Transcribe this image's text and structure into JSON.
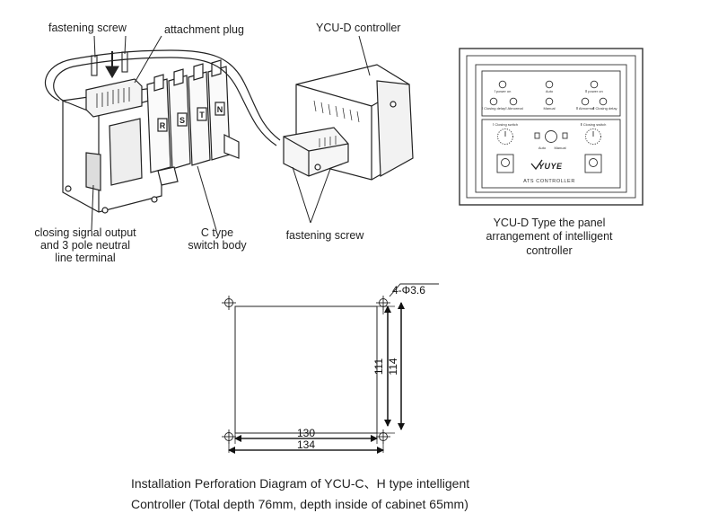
{
  "device_labels": {
    "fastening_screw_top": "fastening screw",
    "attachment_plug": "attachment plug",
    "controller": "YCU-D controller",
    "closing_signal": [
      "closing signal output",
      "and 3 pole neutral",
      "line terminal"
    ],
    "c_type": [
      "C type",
      "switch body"
    ],
    "fastening_screw_bottom": "fastening screw",
    "phase_letters": [
      "R",
      "S",
      "T",
      "N"
    ]
  },
  "panel": {
    "caption": [
      "YCU-D Type the panel",
      "arrangement of intelligent",
      "controller"
    ],
    "brand": "YUYE",
    "name": "ATS CONTROLLER",
    "top_led_labels": [
      "Ⅰ power on",
      "Auto",
      "Ⅱ power on"
    ],
    "bottom_led_labels": [
      "Ⅰ Closing delay",
      "Ⅰ Abnormal",
      "Manual",
      "Ⅱ Abnormal",
      "Ⅱ Closing delay"
    ],
    "knob_labels": [
      "Ⅰ Closing switch",
      "Ⅱ Closing switch"
    ],
    "center_labels": [
      "Auto",
      "Manual"
    ]
  },
  "perforation": {
    "hole_spec": "4-Φ3.6",
    "height_inner": "111",
    "height_outer": "114",
    "width_inner": "130",
    "width_outer": "134"
  },
  "caption": {
    "line1": "Installation Perforation Diagram of YCU-C、H type intelligent",
    "line2": "Controller (Total depth 76mm, depth inside of cabinet 65mm)"
  }
}
